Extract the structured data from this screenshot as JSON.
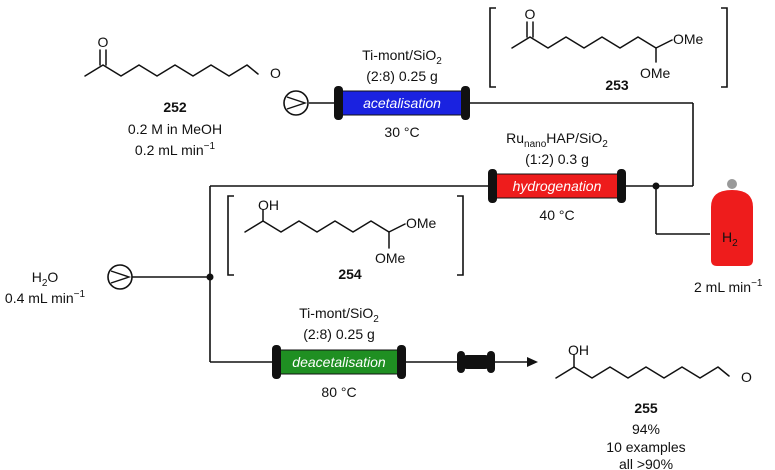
{
  "colors": {
    "acetalisation": "#1a22e0",
    "hydrogenation": "#ee1c1c",
    "deacetalisation": "#1f8f22",
    "h2_tank": "#ee1c1c",
    "line": "#111111"
  },
  "compound_252": {
    "number": "252",
    "line1": "0.2 M in MeOH",
    "line2": "0.2 mL min",
    "line2_exp": "−1"
  },
  "compound_253": {
    "number": "253",
    "ome_top": "OMe",
    "ome_bottom": "OMe",
    "carbonyl_o": "O"
  },
  "compound_254": {
    "number": "254",
    "oh": "OH",
    "ome_top": "OMe",
    "ome_bottom": "OMe"
  },
  "compound_255": {
    "number": "255",
    "oh": "OH",
    "carbonyl_o": "O",
    "yield": "94%",
    "examples": "10 examples",
    "all": "all >90%"
  },
  "aldehyde_252": {
    "ketone_o": "O",
    "aldehyde_o": "O"
  },
  "acetalisation": {
    "label": "acetalisation",
    "catalyst": "Ti-mont/SiO",
    "catalyst_sub": "2",
    "loading": "(2:8) 0.25 g",
    "temp": "30 °C"
  },
  "hydrogenation": {
    "label": "hydrogenation",
    "catalyst_a": "Ru",
    "catalyst_sub": "nano",
    "catalyst_b": "HAP/SiO",
    "catalyst_sub2": "2",
    "loading": "(1:2) 0.3 g",
    "temp": "40 °C"
  },
  "deacetalisation": {
    "label": "deacetalisation",
    "catalyst": "Ti-mont/SiO",
    "catalyst_sub": "2",
    "loading": "(2:8) 0.25 g",
    "temp": "80 °C"
  },
  "h2": {
    "label": "H",
    "label_sub": "2",
    "flow": "2 mL min",
    "flow_exp": "−1"
  },
  "water": {
    "label": "H",
    "label_sub": "2",
    "label_tail": "O",
    "flow": "0.4 mL min",
    "flow_exp": "−1"
  }
}
